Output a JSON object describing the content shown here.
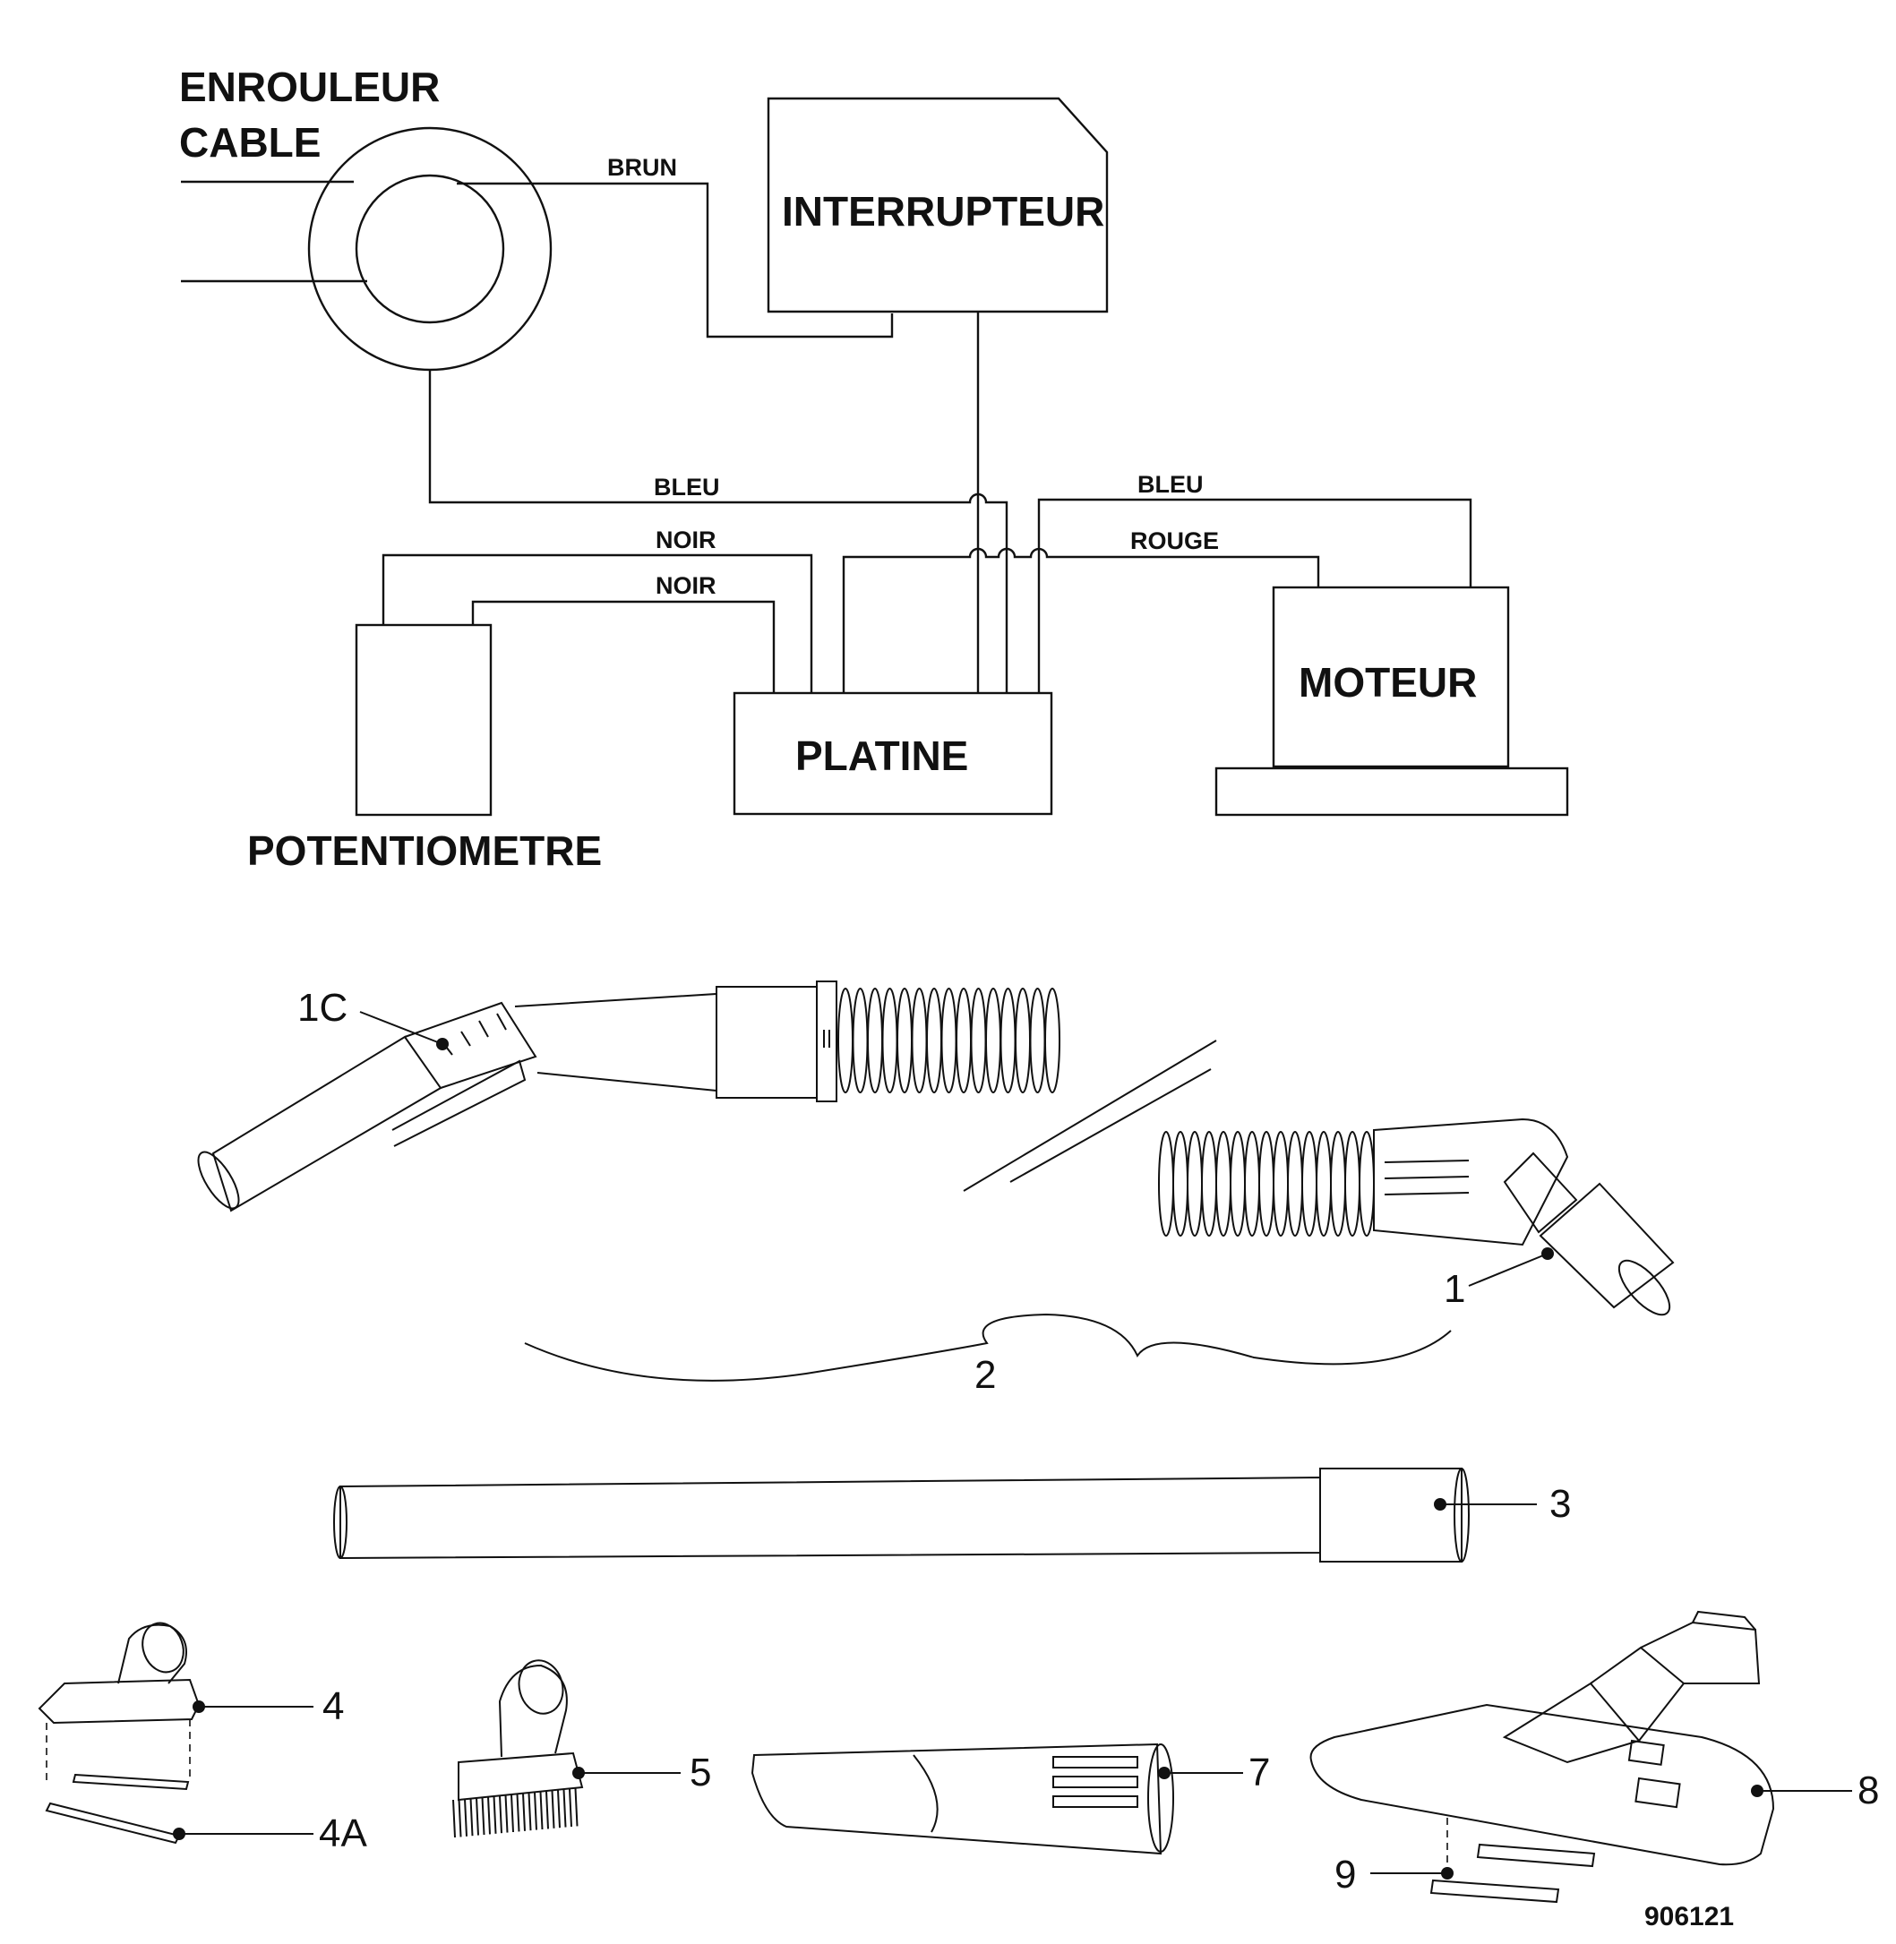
{
  "wiring": {
    "enrouleur_line1": "ENROULEUR",
    "enrouleur_line2": "CABLE",
    "interrupteur": "INTERRUPTEUR",
    "potentiometre": "POTENTIOMETRE",
    "platine": "PLATINE",
    "moteur": "MOTEUR",
    "wires": {
      "brun": "BRUN",
      "bleu_1": "BLEU",
      "bleu_2": "BLEU",
      "noir_1": "NOIR",
      "noir_2": "NOIR",
      "rouge": "ROUGE"
    }
  },
  "parts": {
    "p1c": "1C",
    "p1": "1",
    "p2": "2",
    "p3": "3",
    "p4": "4",
    "p4a": "4A",
    "p5": "5",
    "p7": "7",
    "p8": "8",
    "p9": "9"
  },
  "reference": "906121"
}
